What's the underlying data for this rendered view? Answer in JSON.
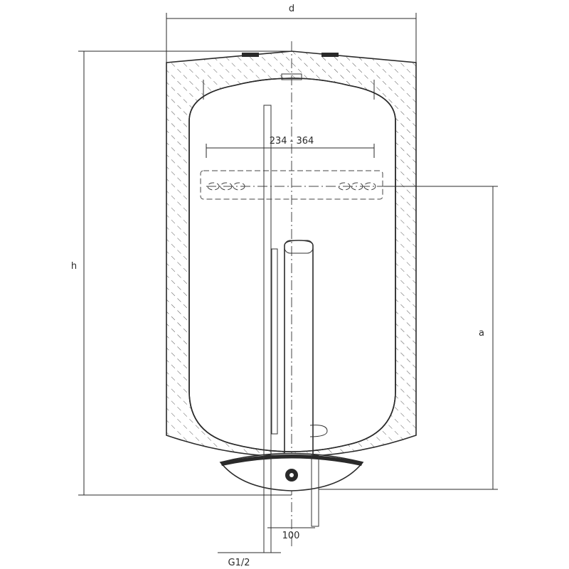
{
  "labels": {
    "d": "d",
    "h": "h",
    "a": "a",
    "bracket": "234 - 364",
    "spacing": "100",
    "thread": "G1/2"
  }
}
